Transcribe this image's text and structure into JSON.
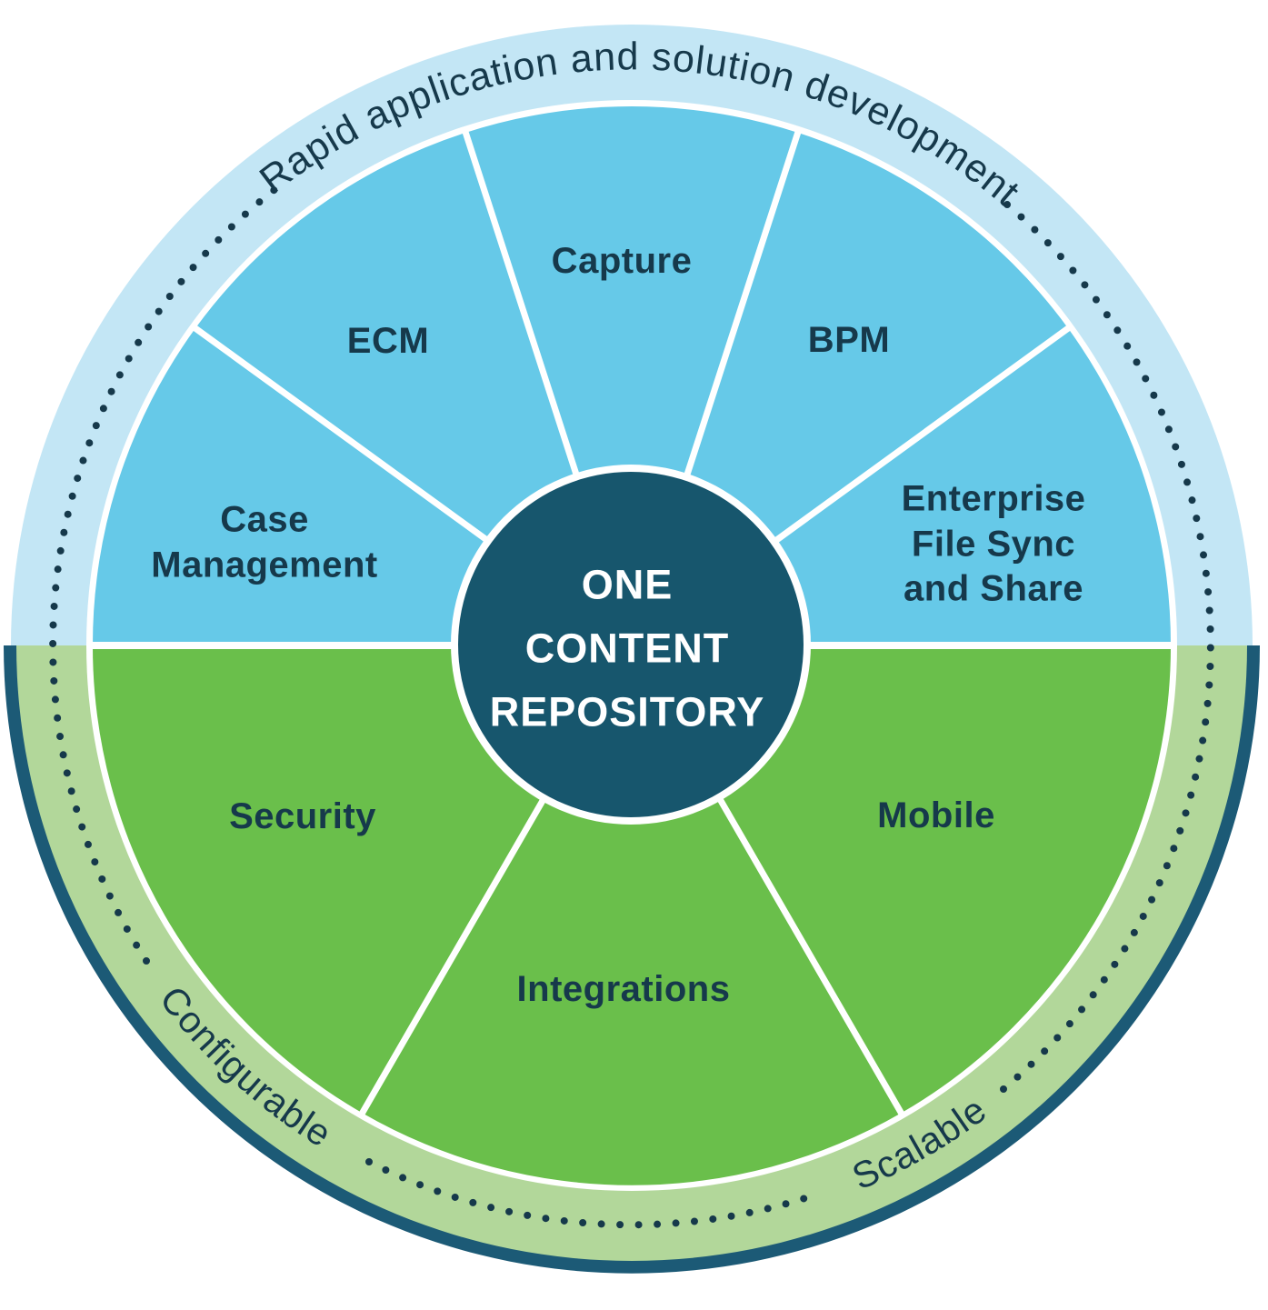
{
  "diagram": {
    "center": {
      "label": "ONE\nCONTENT\nREPOSITORY"
    },
    "segments_top": [
      {
        "label": "Case\nManagement"
      },
      {
        "label": "ECM"
      },
      {
        "label": "Capture"
      },
      {
        "label": "BPM"
      },
      {
        "label": "Enterprise\nFile Sync\nand Share"
      }
    ],
    "segments_bottom": [
      {
        "label": "Security"
      },
      {
        "label": "Integrations"
      },
      {
        "label": "Mobile"
      }
    ],
    "ring_labels": {
      "top": "Rapid application and solution development",
      "bottom_left": "Configurable",
      "bottom_right": "Scalable"
    }
  },
  "colors": {
    "ring_top": "#c3e6f5",
    "ring_bottom": "#b2d79a",
    "seg_blue": "#66c9e8",
    "seg_green": "#6abf4b",
    "center_dark": "#17566d",
    "border_dark": "#1c5a76",
    "text_dark": "#16394b",
    "dots": "#16394b",
    "separator_white": "#ffffff"
  }
}
